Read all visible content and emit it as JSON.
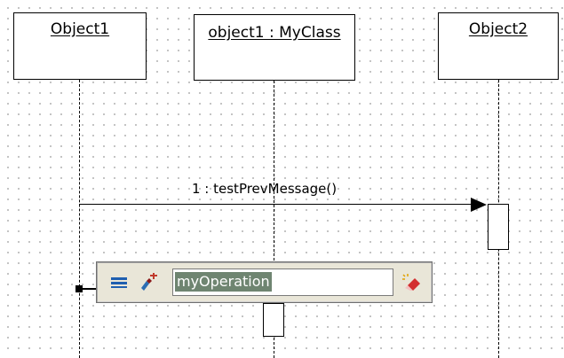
{
  "objects": [
    {
      "label": "Object1"
    },
    {
      "label": "object1 : MyClass"
    },
    {
      "label": "Object2"
    }
  ],
  "message": {
    "label": "1 : testPrevMessage()"
  },
  "operation_editor": {
    "value": "myOperation",
    "buttons": [
      {
        "icon": "list-lines-icon"
      },
      {
        "icon": "add-operation-icon"
      },
      {
        "icon": "eraser-icon"
      }
    ]
  },
  "colors": {
    "toolbar_bg": "#e9e6d8",
    "selection": "#6f8571",
    "grid_dot": "#b4b4b4"
  }
}
